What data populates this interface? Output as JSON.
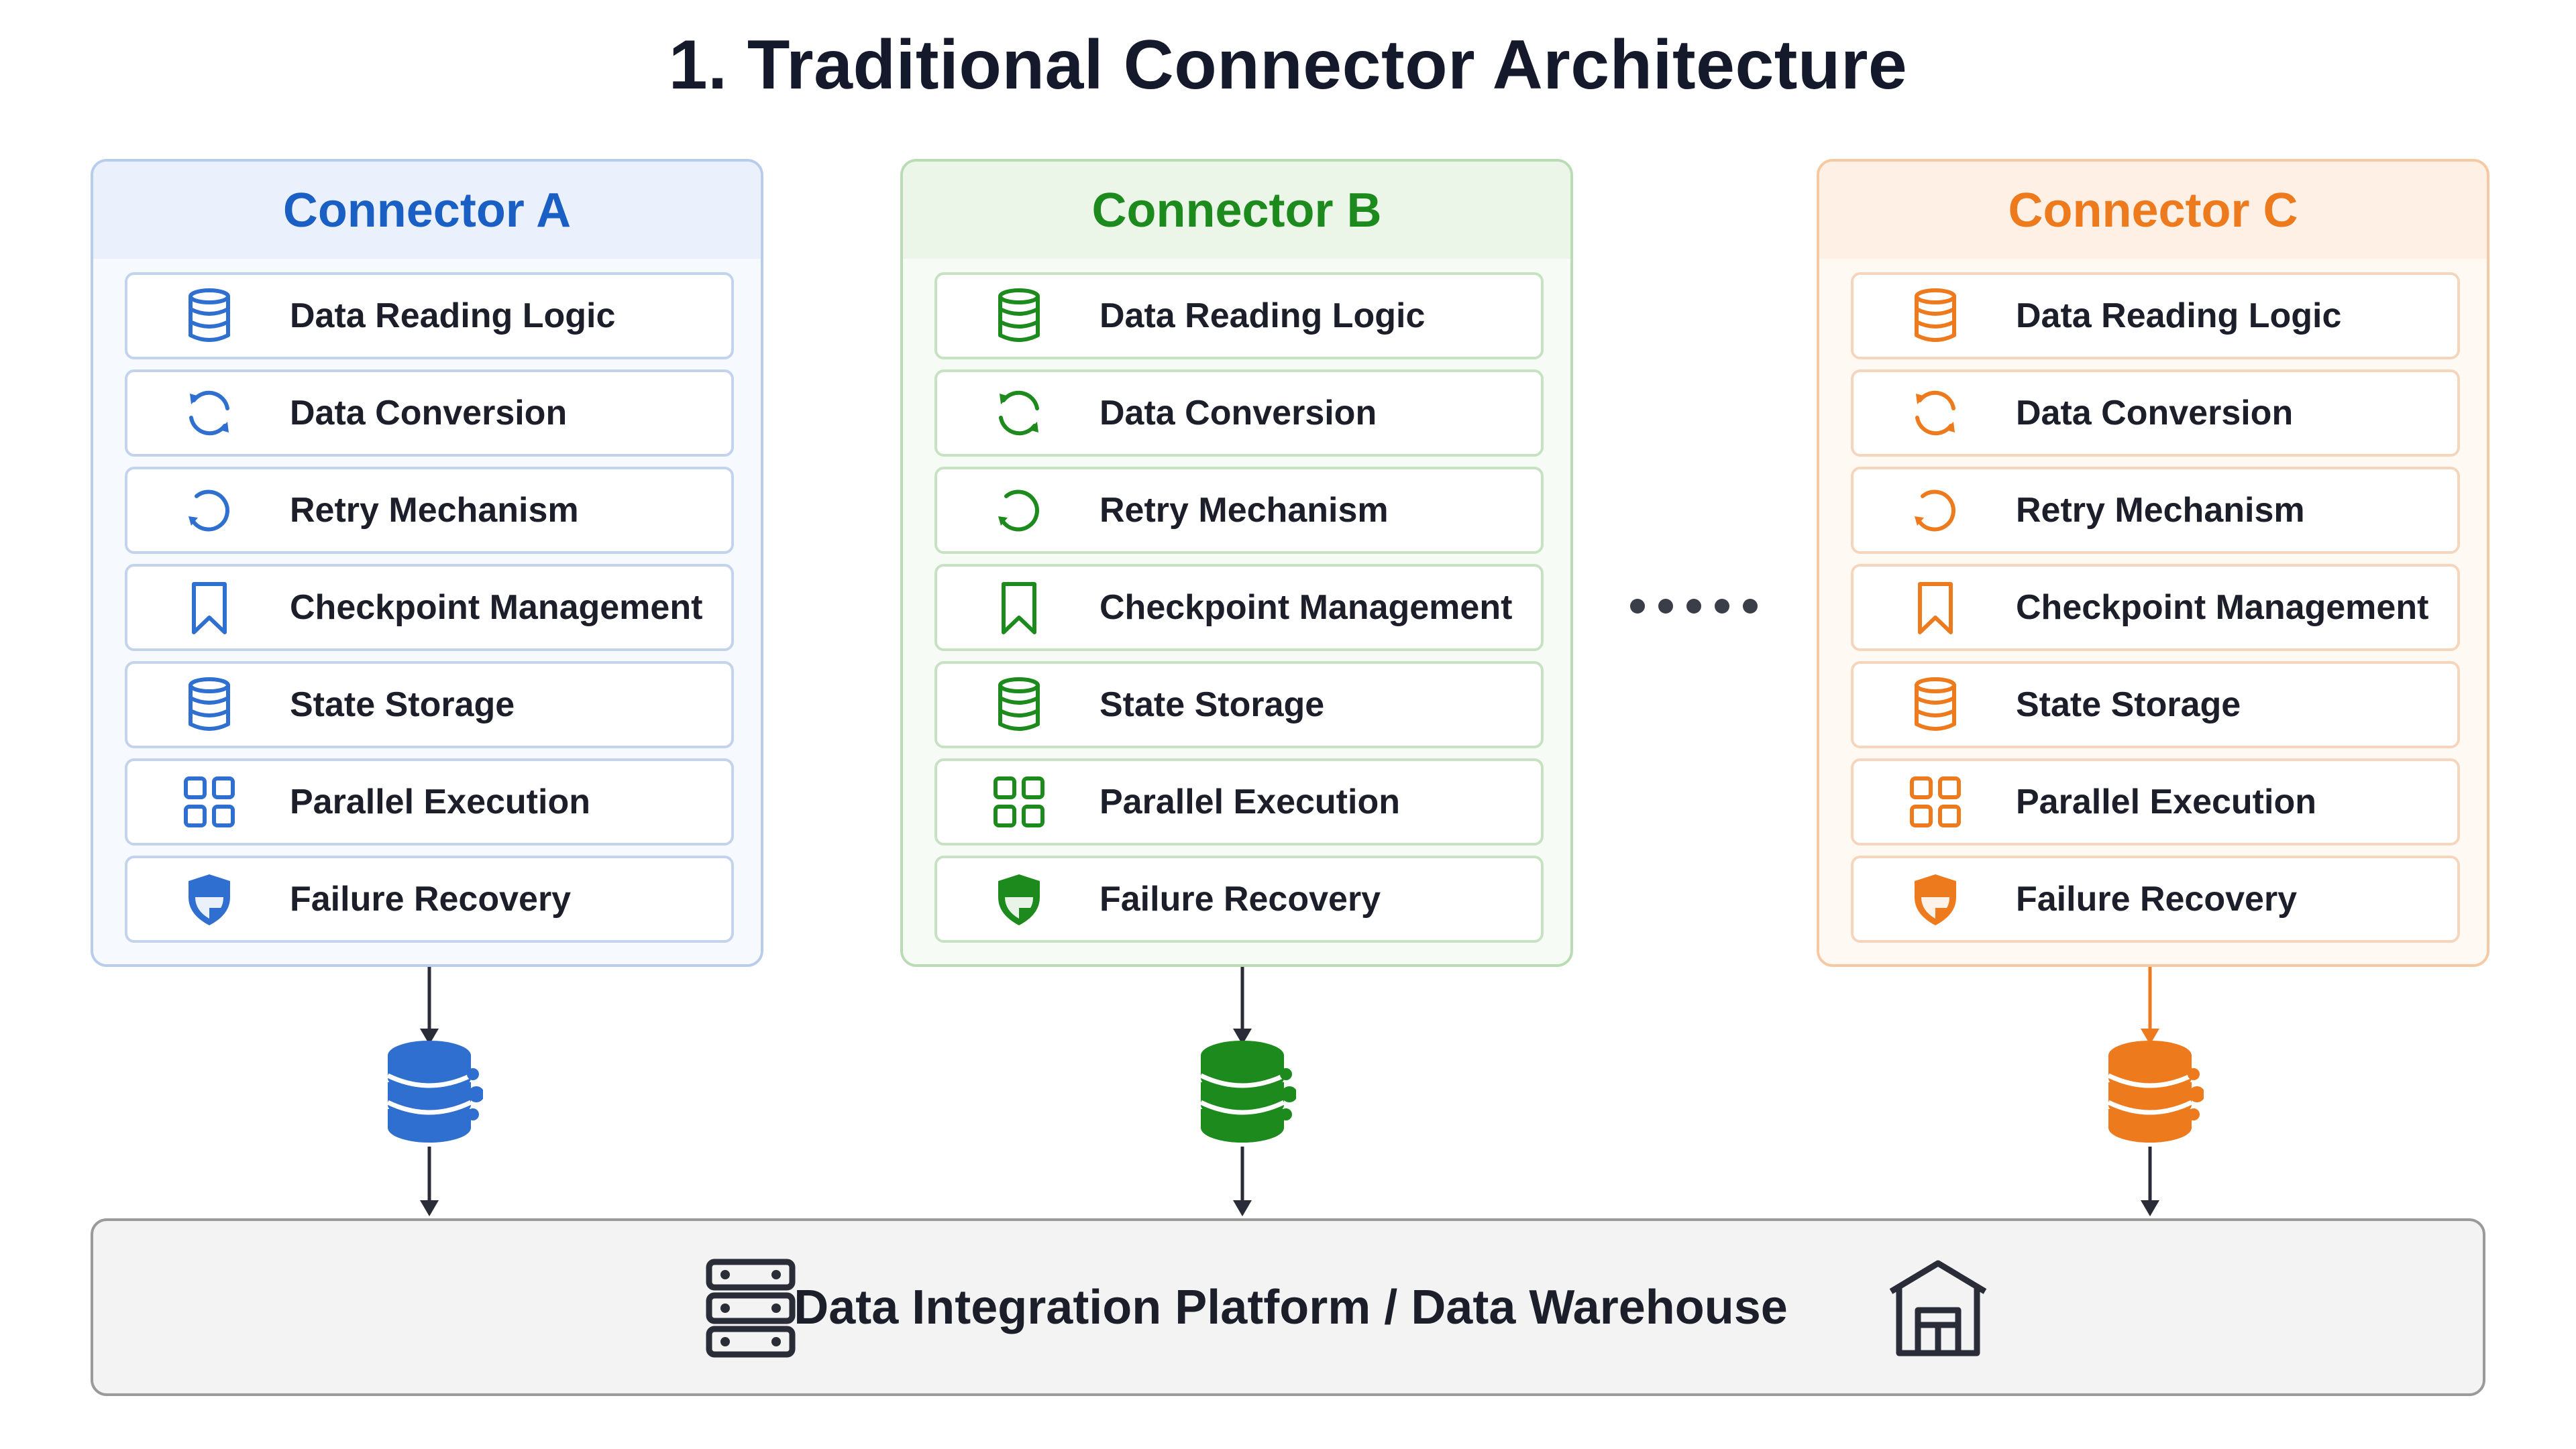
{
  "title": "1. Traditional Connector Architecture",
  "colors": {
    "blue": "#2f6fcf",
    "green": "#1c8a1c",
    "orange": "#ee7a1e",
    "dark": "#1c1e2a"
  },
  "connectors": [
    {
      "name": "Connector A",
      "accent": "#1a5fc4",
      "items": [
        {
          "label": "Data Reading Logic",
          "icon": "database-icon"
        },
        {
          "label": "Data Conversion",
          "icon": "refresh-icon"
        },
        {
          "label": "Retry Mechanism",
          "icon": "retry-icon"
        },
        {
          "label": "Checkpoint Management",
          "icon": "bookmark-icon"
        },
        {
          "label": "State Storage",
          "icon": "database-icon"
        },
        {
          "label": "Parallel Execution",
          "icon": "grid-icon"
        },
        {
          "label": "Failure Recovery",
          "icon": "shield-icon"
        }
      ]
    },
    {
      "name": "Connector B",
      "accent": "#1c8a1c",
      "items": [
        {
          "label": "Data Reading Logic",
          "icon": "database-icon"
        },
        {
          "label": "Data Conversion",
          "icon": "refresh-icon"
        },
        {
          "label": "Retry Mechanism",
          "icon": "retry-icon"
        },
        {
          "label": "Checkpoint Management",
          "icon": "bookmark-icon"
        },
        {
          "label": "State Storage",
          "icon": "database-icon"
        },
        {
          "label": "Parallel Execution",
          "icon": "grid-icon"
        },
        {
          "label": "Failure Recovery",
          "icon": "shield-icon"
        }
      ]
    },
    {
      "name": "Connector C",
      "accent": "#ee7a1e",
      "items": [
        {
          "label": "Data Reading Logic",
          "icon": "database-icon"
        },
        {
          "label": "Data Conversion",
          "icon": "refresh-icon"
        },
        {
          "label": "Retry Mechanism",
          "icon": "retry-icon"
        },
        {
          "label": "Checkpoint Management",
          "icon": "bookmark-icon"
        },
        {
          "label": "State Storage",
          "icon": "database-icon"
        },
        {
          "label": "Parallel Execution",
          "icon": "grid-icon"
        },
        {
          "label": "Failure Recovery",
          "icon": "shield-icon"
        }
      ]
    }
  ],
  "ellipsis_icon": "more-connectors-ellipsis",
  "platform": {
    "label": "Data Integration Platform / Data Warehouse",
    "left_icon": "server-rack-icon",
    "right_icon": "warehouse-icon"
  }
}
